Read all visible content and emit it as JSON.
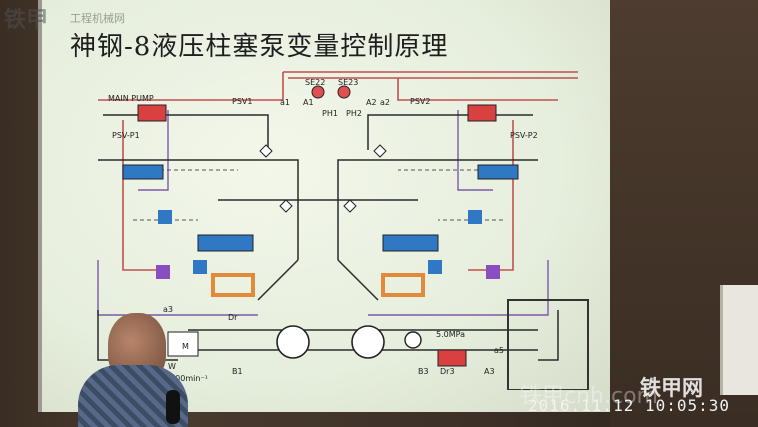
{
  "slide": {
    "title": "神钢-8液压柱塞泵变量控制原理",
    "labels": {
      "main_pump": "MAIN PUMP",
      "psv1": "PSV1",
      "psv2": "PSV2",
      "psv_p1": "PSV-P1",
      "psv_p2": "PSV-P2",
      "se22": "SE22",
      "se23": "SE23",
      "ph1": "PH1",
      "ph2": "PH2",
      "a1": "A1",
      "a2": "A2",
      "a1b": "a1",
      "a2b": "a2",
      "a3": "a3",
      "a5": "a5",
      "dr": "Dr",
      "dr3": "Dr3",
      "b1": "B1",
      "b3": "B3",
      "a3cap": "A3",
      "m": "M",
      "pressure": "5.0MPa",
      "speed": "2200min⁻¹",
      "w": "W"
    }
  },
  "watermarks": {
    "top": "铁甲",
    "top_sub": "工程机械网",
    "bottom": "铁甲网",
    "bottom_ghost": "铁甲cnh.com"
  },
  "timestamp": "2016.11.12 10:05:30",
  "colors": {
    "hydraulic_line": "#c0504d",
    "pilot_line": "#7a5aa8",
    "main_line": "#2b2b2b",
    "valve_blue": "#2f78c4",
    "valve_red": "#d94040",
    "valve_orange": "#e08a3a"
  }
}
